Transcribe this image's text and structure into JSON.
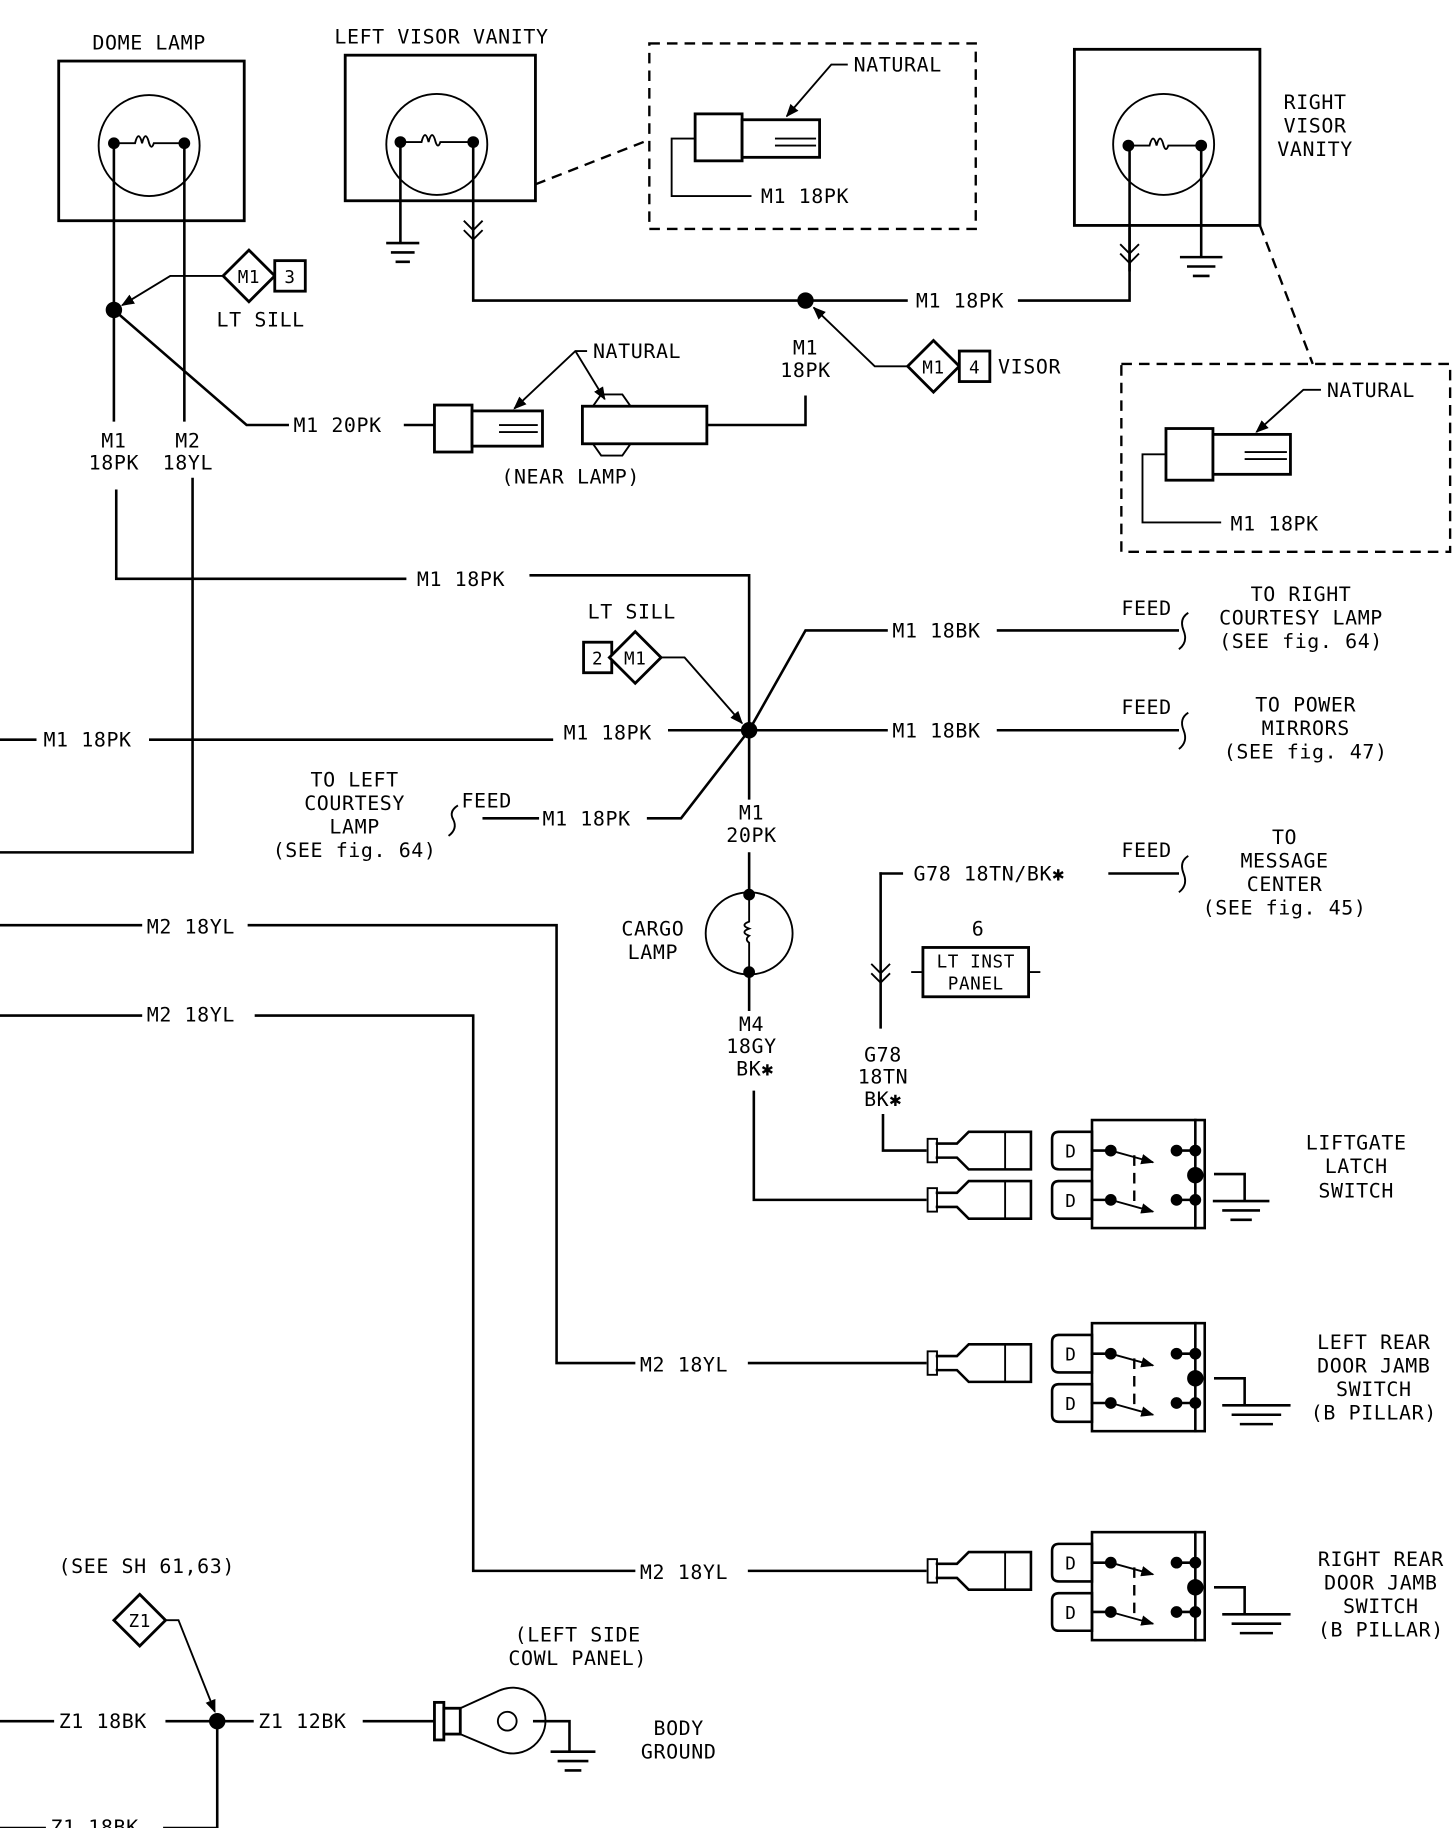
{
  "components": {
    "dome_lamp": "DOME LAMP",
    "left_visor_vanity": "LEFT VISOR VANITY",
    "right_visor_vanity": [
      "RIGHT",
      "VISOR",
      "VANITY"
    ],
    "cargo_lamp": [
      "CARGO",
      "LAMP"
    ],
    "liftgate_latch_switch": [
      "LIFTGATE",
      "LATCH",
      "SWITCH"
    ],
    "left_rear_door_jamb_switch": [
      "LEFT REAR",
      "DOOR JAMB",
      "SWITCH",
      "(B PILLAR)"
    ],
    "right_rear_door_jamb_switch": [
      "RIGHT REAR",
      "DOOR JAMB",
      "SWITCH",
      "(B PILLAR)"
    ],
    "body_ground": [
      "BODY",
      "GROUND"
    ],
    "left_side_cowl_panel": [
      "(LEFT SIDE",
      "COWL PANEL)"
    ],
    "near_lamp": "(NEAR LAMP)",
    "lt_inst_panel": [
      "LT INST",
      "PANEL"
    ],
    "lt_inst_panel_pin": "6",
    "switch_terminal_letter": "D"
  },
  "connectors": {
    "natural": "NATURAL",
    "lt_sill": "LT SILL",
    "visor": "VISOR",
    "splice_m1": "M1",
    "splice_z1": "Z1",
    "lt_sill_top_pin": "3",
    "lt_sill_mid_pin": "2",
    "visor_pin": "4"
  },
  "wires": {
    "m1_18pk": "M1 18PK",
    "m1_20pk": "M1 20PK",
    "m1_18bk": "M1 18BK",
    "m2_18yl": "M2 18YL",
    "g78_18tnbk": "G78 18TN/BK✱",
    "z1_18bk": "Z1 18BK",
    "z1_12bk": "Z1 12BK",
    "v_m1": "M1",
    "v_18pk": "18PK",
    "v_m2": "M2",
    "v_18yl": "18YL",
    "v_20pk": "20PK",
    "v_m4": "M4",
    "v_18gy": "18GY",
    "v_bk": "BK✱",
    "v_g78": "G78",
    "v_18tn": "18TN"
  },
  "references": {
    "feed": "FEED",
    "right_courtesy": [
      "TO RIGHT",
      "COURTESY LAMP",
      "(SEE fig. 64)"
    ],
    "power_mirrors": [
      "TO POWER",
      "MIRRORS",
      "(SEE fig. 47)"
    ],
    "message_center": [
      "TO",
      "MESSAGE",
      "CENTER",
      "(SEE fig. 45)"
    ],
    "left_courtesy": [
      "TO LEFT",
      "COURTESY",
      "LAMP",
      "(SEE fig. 64)"
    ],
    "see_sh": "(SEE SH 61,63)"
  },
  "colors": {
    "ink": "#000000",
    "paper": "#ffffff"
  }
}
